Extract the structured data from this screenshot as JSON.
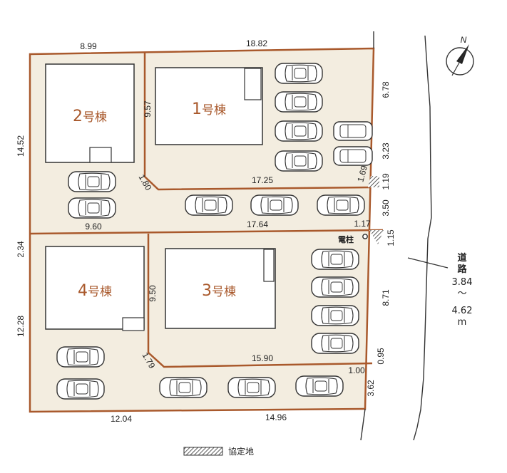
{
  "buildings": {
    "b1": {
      "number": "1",
      "suffix": "号棟"
    },
    "b2": {
      "number": "2",
      "suffix": "号棟"
    },
    "b3": {
      "number": "3",
      "suffix": "号棟"
    },
    "b4": {
      "number": "4",
      "suffix": "号棟"
    }
  },
  "dimensions": {
    "top_left": "8.99",
    "top_right": "18.82",
    "right_1": "6.78",
    "right_2": "3.23",
    "right_3": "1.19",
    "right_4": "3.50",
    "right_5": "1.15",
    "right_6": "8.71",
    "right_7": "0.95",
    "right_8": "3.62",
    "corner_1": "1.69",
    "corner_2": "1.17",
    "corner_3": "1.00",
    "left_1": "14.52",
    "left_2": "2.34",
    "left_3": "12.28",
    "mid_lot1_height": "9.57",
    "mid_lot1_chamfer": "1.80",
    "mid_lot1_bottom": "17.25",
    "mid_lot2_bottom": "9.60",
    "mid_lot1_drive": "17.64",
    "mid_lot3_height": "9.50",
    "mid_lot3_chamfer": "1.79",
    "mid_lot3_bottom": "15.90",
    "bottom_left": "12.04",
    "bottom_right": "14.96"
  },
  "utility_pole": "電柱",
  "compass": {
    "north": "N"
  },
  "road": {
    "label_1": "道",
    "label_2": "路",
    "width_min": "3.84",
    "tilde": "～",
    "width_max": "4.62",
    "unit": "m"
  },
  "legend": {
    "label": "協定地"
  },
  "colors": {
    "lot_fill": "#f3ede0",
    "lot_border": "#a9592c",
    "building_fill": "#ffffff",
    "building_text": "#a9592c"
  }
}
